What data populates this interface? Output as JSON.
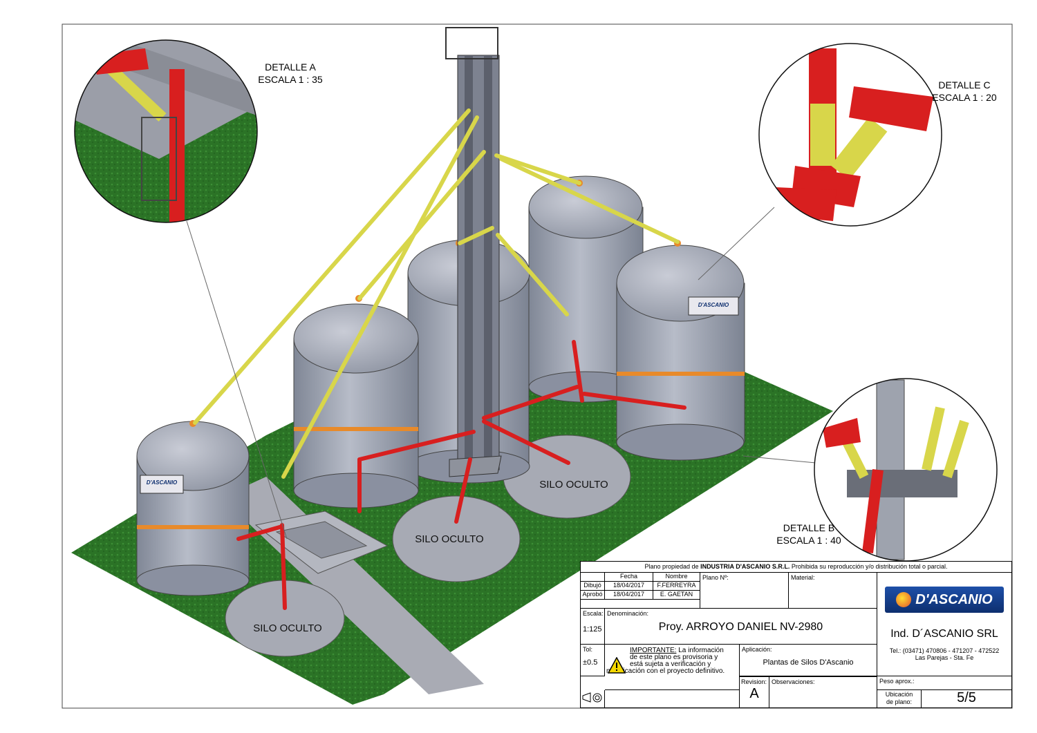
{
  "details": {
    "a": {
      "title": "DETALLE A",
      "scale": "ESCALA 1 : 35"
    },
    "b": {
      "title": "DETALLE B",
      "scale": "ESCALA 1 : 40"
    },
    "c": {
      "title": "DETALLE C",
      "scale": "ESCALA 1 : 20"
    }
  },
  "hidden_silo_label": "SILO OCULTO",
  "brand_plate": "D'ASCANIO",
  "title_block": {
    "ownership_prefix": "Plano propiedad de ",
    "ownership_company": "INDUSTRIA D'ASCANIO S.R.L.",
    "ownership_suffix": " Prohibida su reproducción y/o distribución total o parcial.",
    "col_fecha": "Fecha",
    "col_nombre": "Nombre",
    "plano_no": "Plano Nº:",
    "material": "Material:",
    "dibujo": {
      "label": "Dibujó",
      "date": "18/04/2017",
      "name": "F.FERREYRA"
    },
    "aprobo": {
      "label": "Aprobó",
      "date": "18/04/2017",
      "name": "E. GAETAN"
    },
    "escala_label": "Escala:",
    "escala_value": "1:125",
    "denominacion_label": "Denominación:",
    "denominacion_value": "Proy. ARROYO DANIEL NV-2980",
    "tol_label": "Tol:",
    "tol_value": "±0.5",
    "important_heading": "IMPORTANTE:",
    "important_line1": "La información",
    "important_line2": "de este plano es provisoria y",
    "important_line3": "está sujeta a verificación y",
    "important_line4": "modificación con el proyecto definitivo.",
    "aplicacion_label": "Aplicación:",
    "aplicacion_value": "Plantas de Silos D'Ascanio",
    "revision_label": "Revision:",
    "revision_value": "A",
    "observaciones_label": "Observaciones:",
    "company_name": "Ind. D´ASCANIO SRL",
    "logo_text": "D'ASCANIO",
    "phone": "Tel.: (03471) 470806 - 471207 - 472522",
    "location": "Las Parejas - Sta. Fe",
    "peso_label": "Peso aprox.:",
    "ubicacion_line1": "Ubicación",
    "ubicacion_line2": "de plano:",
    "sheet_value": "5/5"
  },
  "colors": {
    "ground": "#2f7a2a",
    "concrete": "#a8aab4",
    "silo": "#9aa0ae",
    "red_pipe": "#d81f1f",
    "yellow_pipe": "#d8d64a",
    "orange_ring": "#e88a2a"
  }
}
